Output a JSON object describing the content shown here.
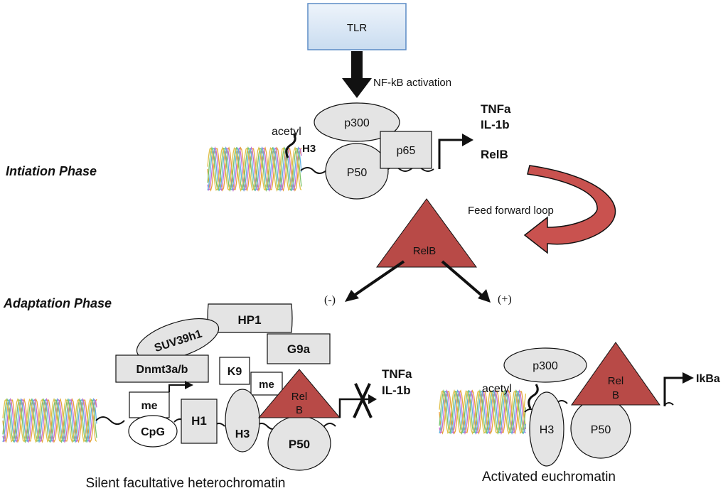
{
  "top": {
    "tlr": "TLR",
    "activation": "NF-kB activation",
    "p300": "p300",
    "p65": "p65",
    "p50": "P50",
    "acetyl": "acetyl",
    "h3": "H3",
    "tnfa": "TNFa",
    "il1b": "IL-1b",
    "relb": "RelB"
  },
  "phases": {
    "initiation": "Intiation Phase",
    "adaptation": "Adaptation Phase"
  },
  "loop": {
    "label": "Feed forward loop",
    "relb": "RelB",
    "minus": "(-)",
    "plus": "(+)"
  },
  "silent": {
    "suv": "SUV39h1",
    "hp1": "HP1",
    "g9a": "G9a",
    "dnmt": "Dnmt3a/b",
    "k9": "K9",
    "me_k9": "me",
    "me": "me",
    "cpg": "CpG",
    "h1": "H1",
    "h3": "H3",
    "relb_top": "Rel",
    "relb_bottom": "B",
    "p50": "P50",
    "tnfa": "TNFa",
    "il1b": "IL-1b",
    "caption": "Silent facultative heterochromatin"
  },
  "active": {
    "p300": "p300",
    "acetyl": "acetyl",
    "h3": "H3",
    "p50": "P50",
    "relb_top": "Rel",
    "relb_bottom": "B",
    "ikba": "IkBa",
    "caption": "Activated euchromatin"
  },
  "colors": {
    "protein_fill": "#e4e4e4",
    "relb_fill": "#b84a47",
    "tlr_fill": "#d4e4f4",
    "tlr_border": "#5b8bc5",
    "arrow_red": "#c9524f"
  }
}
